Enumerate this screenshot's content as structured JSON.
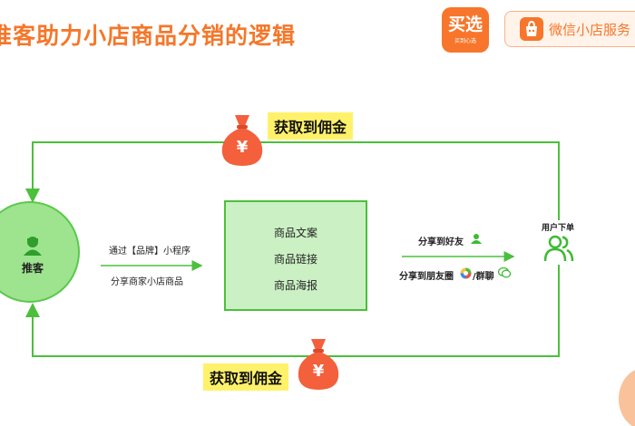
{
  "header": {
    "title": "推客助力小店商品分销的逻辑",
    "logo_text": "买选",
    "logo_subtext": "买到心选",
    "badge_text": "微信小店服务"
  },
  "diagram": {
    "left_node_label": "推客",
    "arrow_left_top": "通过【品牌】小程序",
    "arrow_left_bottom": "分享商家小店商品",
    "center_items": [
      "商品文案",
      "商品链接",
      "商品海报"
    ],
    "arrow_right_top": "分享到好友",
    "arrow_right_bottom_a": "分享到朋友圈",
    "arrow_right_bottom_b": "/群聊",
    "right_node_label": "用户下单",
    "top_reward": "获取到佣金",
    "bottom_reward": "获取到佣金",
    "money_symbol": "¥"
  },
  "colors": {
    "accent_orange": "#f5772a",
    "line_green": "#4cbf3c",
    "circle_fill": "#9ee38e",
    "box_fill": "#cbf0c4",
    "tag_yellow": "#fff26a",
    "moneybag_red": "#f45f3c"
  },
  "icons": [
    "person-icon",
    "moneybag-icon",
    "friend-icon",
    "moments-icon",
    "chat-icon",
    "users-icon",
    "shopping-bag-icon"
  ]
}
